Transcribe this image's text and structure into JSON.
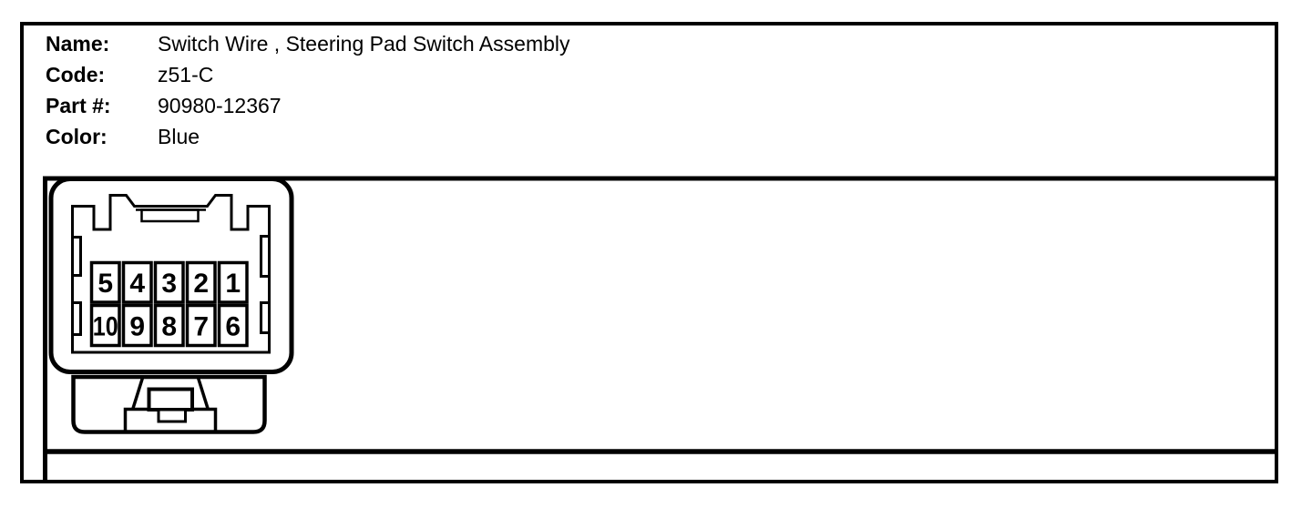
{
  "colors": {
    "ink": "#000000",
    "background": "#ffffff"
  },
  "header": {
    "fields": [
      {
        "label": "Name:",
        "value": "Switch Wire , Steering Pad Switch Assembly"
      },
      {
        "label": "Code:",
        "value": "z51-C"
      },
      {
        "label": "Part #:",
        "value": "90980-12367"
      },
      {
        "label": "Color:",
        "value": "Blue"
      }
    ]
  },
  "connector": {
    "type": "10-pin connector front view",
    "pin_rows": [
      [
        "5",
        "4",
        "3",
        "2",
        "1"
      ],
      [
        "10",
        "9",
        "8",
        "7",
        "6"
      ]
    ]
  }
}
